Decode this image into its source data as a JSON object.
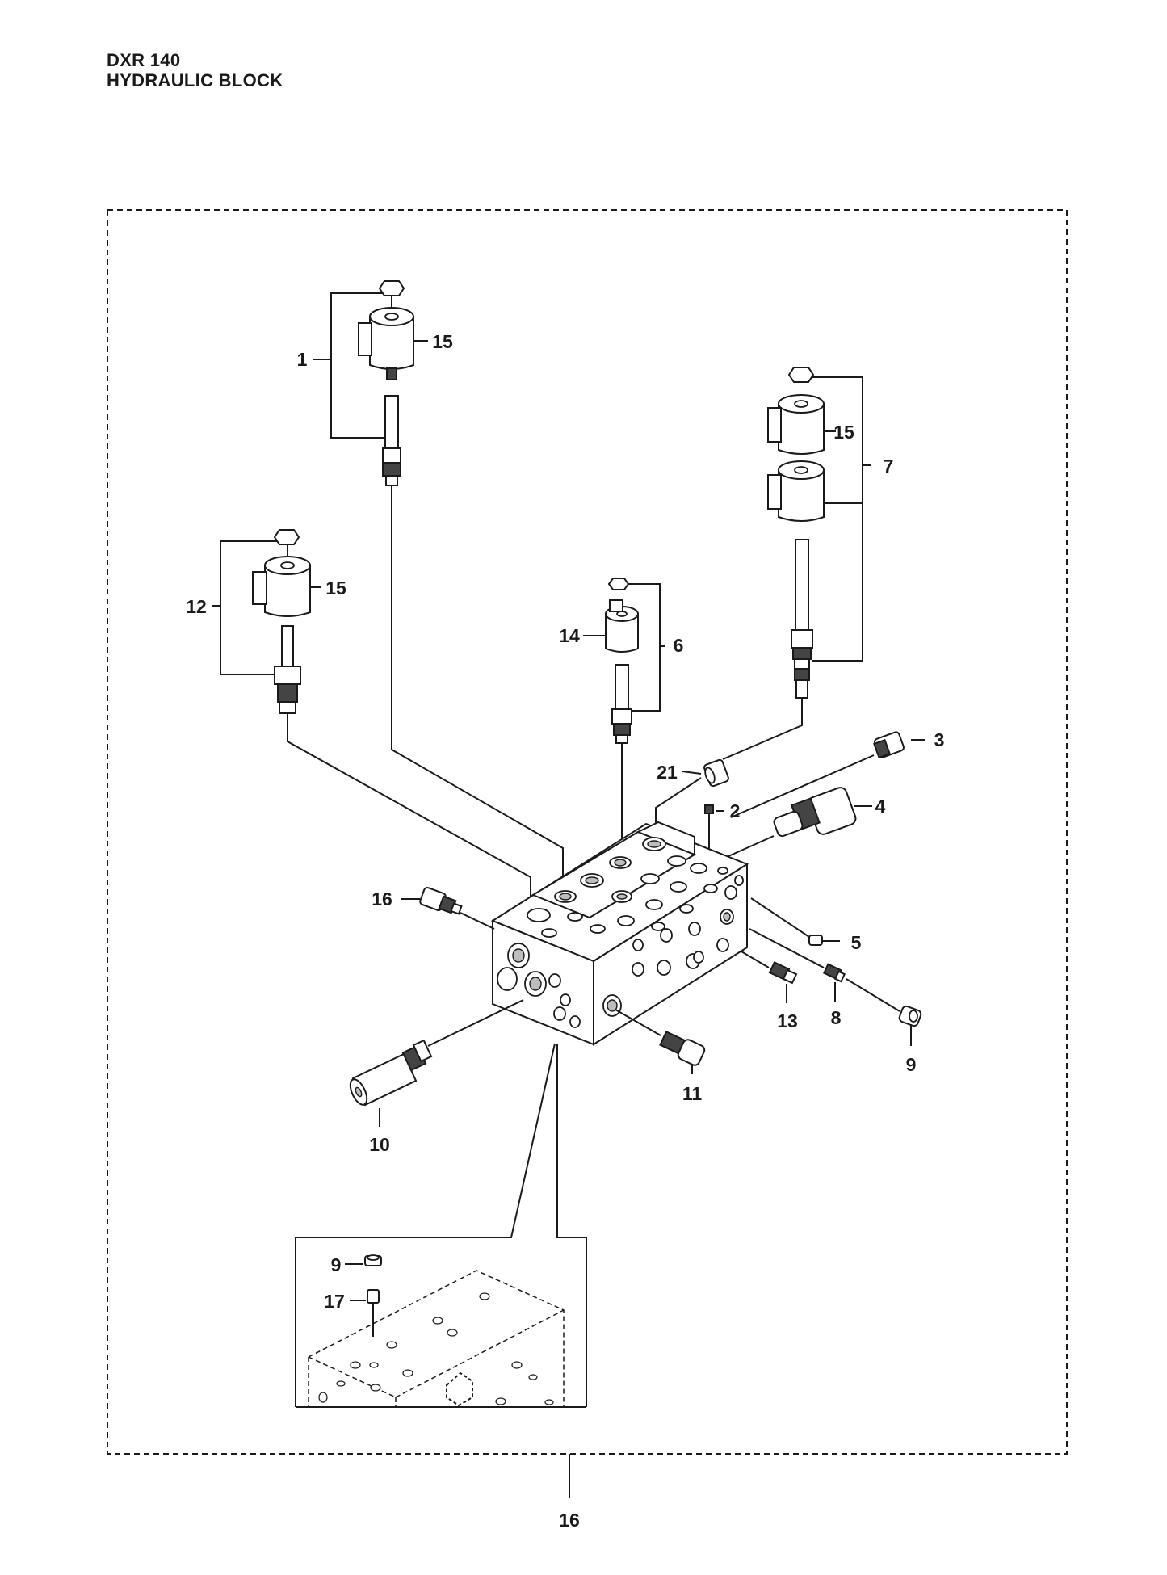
{
  "header": {
    "model": "DXR 140",
    "title": "HYDRAULIC BLOCK"
  },
  "callouts": {
    "c1": "1",
    "c2": "2",
    "c3": "3",
    "c4": "4",
    "c5": "5",
    "c6": "6",
    "c7": "7",
    "c8": "8",
    "c9": "9",
    "c9b": "9",
    "c10": "10",
    "c11": "11",
    "c12": "12",
    "c13": "13",
    "c14": "14",
    "c15a": "15",
    "c15b": "15",
    "c15c": "15",
    "c16": "16",
    "c16b": "16",
    "c17": "17",
    "c21": "21"
  }
}
